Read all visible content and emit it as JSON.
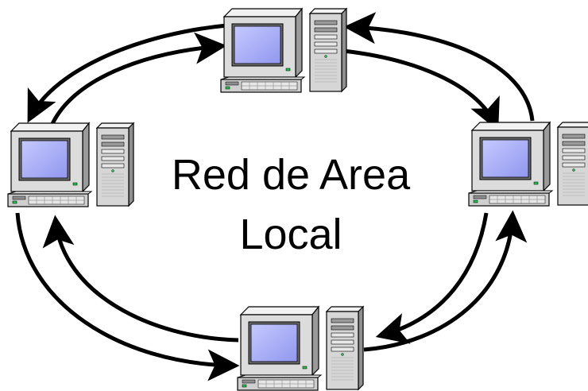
{
  "diagram": {
    "title_line1": "Red de Area",
    "title_line2": "Local",
    "nodes": [
      {
        "name": "computer-top"
      },
      {
        "name": "computer-right"
      },
      {
        "name": "computer-bottom"
      },
      {
        "name": "computer-left"
      }
    ],
    "connection_type": "bidirectional-ring"
  },
  "colors": {
    "screen": "#a9aef4",
    "screen_highlight": "#d7daff",
    "case_light": "#ffffff",
    "case_mid": "#d9d9d9",
    "case_dark": "#8c8c8c",
    "outline": "#000000",
    "led": "#22c24a",
    "arrow": "#000000"
  }
}
